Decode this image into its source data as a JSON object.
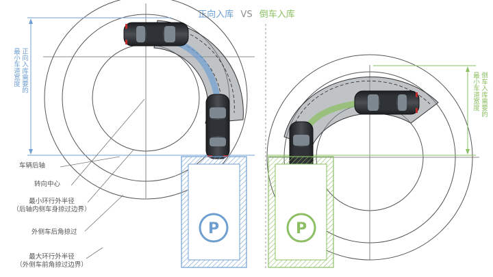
{
  "title": {
    "left": "正向入库",
    "vs": "VS",
    "right": "倒车入库"
  },
  "left_side_label": {
    "line1": "正向入库需要的",
    "line2": "最小车道宽度"
  },
  "right_side_label": {
    "line1": "倒车入库需要的",
    "line2": "最小车道宽度"
  },
  "labels": {
    "rear_axle": "车辆后轴",
    "turn_center": "转向中心",
    "min_radius_line1": "最小环行外半径",
    "min_radius_line2": "（后轴内侧车身掠过边界）",
    "outer_rear": "外侧车后角掠过",
    "max_radius_line1": "最大环行外半径",
    "max_radius_line2": "（外侧车前角掠过边界）"
  },
  "parking_symbol": "P",
  "colors": {
    "blue": "#6f9fd1",
    "green": "#8cbf63",
    "circle": "#555555",
    "car_body": "#2a2d30"
  }
}
